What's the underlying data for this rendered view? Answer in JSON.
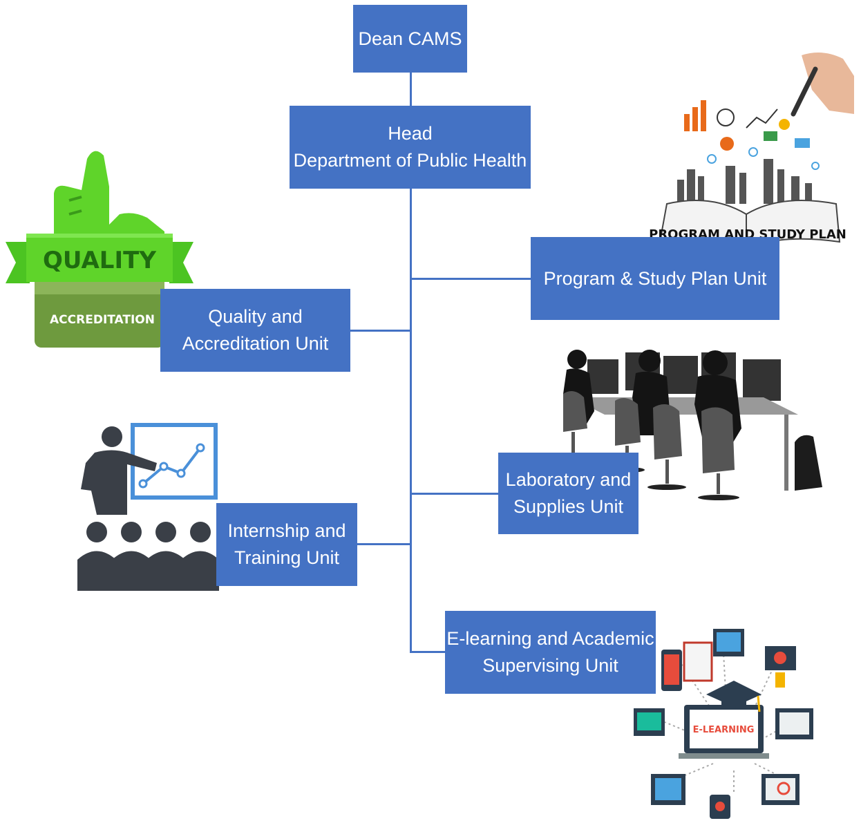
{
  "chart": {
    "dean": {
      "label": "Dean CAMS"
    },
    "head": {
      "line1": "Head",
      "line2": "Department of Public Health"
    },
    "units": {
      "program": {
        "line1": "Program & Study Plan Unit"
      },
      "quality": {
        "line1": "Quality and",
        "line2": "Accreditation Unit"
      },
      "laboratory": {
        "line1": "Laboratory and",
        "line2": "Supplies Unit"
      },
      "internship": {
        "line1": "Internship and",
        "line2": "Training Unit"
      },
      "elearning": {
        "line1": "E-learning and Academic",
        "line2": "Supervising Unit"
      }
    }
  },
  "illustrations": {
    "quality": {
      "icon": "quality-accreditation-badge-icon",
      "title": "QUALITY",
      "subtitle": "ACCREDITATION"
    },
    "program": {
      "icon": "program-study-plan-book-icon",
      "caption": "PROGRAM AND STUDY PLAN"
    },
    "laboratory": {
      "icon": "computer-lab-silhouette-icon"
    },
    "internship": {
      "icon": "presentation-training-icon"
    },
    "elearning": {
      "icon": "e-learning-devices-icon",
      "caption": "E-LEARNING"
    }
  },
  "colors": {
    "box": "#4472c4",
    "box_text": "#ffffff",
    "connector": "#4472c4"
  }
}
